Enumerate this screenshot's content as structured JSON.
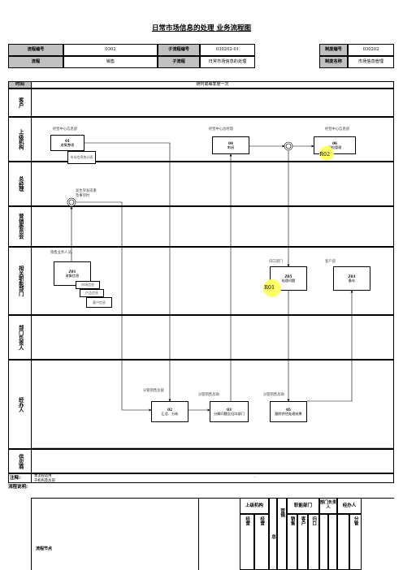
{
  "title": "日常市场信息的处理 业务流程图",
  "header": {
    "row1": {
      "process_no_label": "流程编号",
      "process_no": "0302",
      "sub_no_label": "子流程编号",
      "sub_no": "030202-01",
      "system_no_label": "制度编号",
      "system_no": "030202"
    },
    "row2": {
      "process_label": "流程",
      "process": "销售",
      "sub_label": "子流程",
      "sub": "日常市场信息的处理",
      "system_name_label": "制度名称",
      "system_name": "市场信息管理"
    }
  },
  "time_row": {
    "label": "时间",
    "value": "随时或每季度一次"
  },
  "lanes": [
    {
      "name": "客户"
    },
    {
      "name": "上级机构"
    },
    {
      "name": "总经理"
    },
    {
      "name": "营销委员会"
    },
    {
      "name": "相关职能部门"
    },
    {
      "name": "部门负责人"
    },
    {
      "name": "经办人"
    },
    {
      "name": "供应商"
    }
  ],
  "notes": {
    "upper_a": "经营中心信息部",
    "upper_b": "经营中心总经理",
    "upper_c": "经营中心信息部",
    "gm_note_1": "发生突发或重",
    "gm_note_2": "急事项时",
    "dept_note": "销售业务人员、",
    "dept_b": "归口部门",
    "dept_c": "客户部",
    "handler_a": "分管销售总裁",
    "handler_b": "分管销售总助",
    "handler_c": "分管销售总助"
  },
  "boxes": {
    "u1": {
      "num": "01",
      "text": "收集整理"
    },
    "u4": {
      "num": "04",
      "text": "审阅"
    },
    "u6": {
      "num": "06",
      "text": "归档管理"
    },
    "d1": {
      "num": "Z01",
      "text": "收集信息"
    },
    "d5": {
      "num": "Z05",
      "text": "处理问题"
    },
    "d3": {
      "num": "Z03",
      "text": "备存"
    },
    "h2": {
      "num": "02",
      "text": "汇总、分析"
    },
    "h3": {
      "num": "03",
      "text": "分解问题至归口部门"
    },
    "h5": {
      "num": "05",
      "text": "跟踪并估处理结果"
    }
  },
  "docs": {
    "upper_doc": "市场信息统计表",
    "doc1": "市场信息",
    "doc2": "产品信息",
    "doc3": "客户信息"
  },
  "risk_labels": {
    "r1": "R01",
    "r2": "R02"
  },
  "footer": {
    "note_label": "注释:",
    "note_text_1": "本流程适用",
    "note_text_2": "于机构及总部",
    "dash": "-",
    "desc_label": "流程说明:",
    "cols": {
      "upper": "上级机构",
      "upper_1": "经营",
      "upper_2": "经营",
      "gm": "总",
      "marketing": "营销",
      "dept": "职能部门",
      "dept_1": "销售",
      "dept_2": "客户",
      "dept_3": "归口",
      "head": "部门负责人",
      "handler": "经办人",
      "handler_1": "分管",
      "left_label": "流程节点"
    }
  }
}
